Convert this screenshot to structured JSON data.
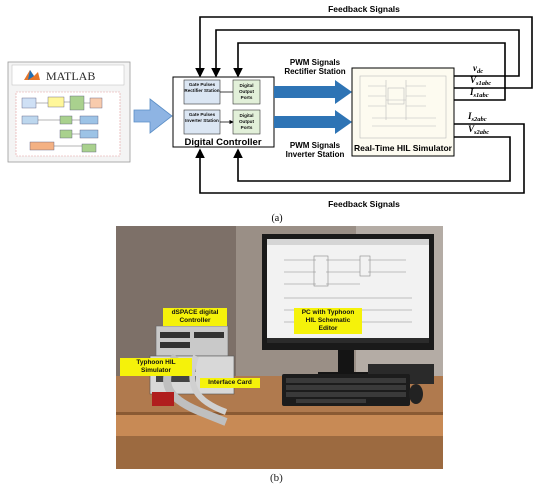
{
  "diagram": {
    "matlab_label": "MATLAB",
    "feedback_top": "Feedback Signals",
    "feedback_bottom": "Feedback Signals",
    "gate_rect": "Gate Pulses Rectifier Station",
    "gate_inv": "Gate Pulses Inverter Station",
    "digital_out_1": "Digital Output Ports",
    "digital_out_2": "Digital Output Ports",
    "digital_controller": "Digital Controller",
    "pwm_rect": "PWM Signals Rectifier Station",
    "pwm_inv": "PWM Signals Inverter Station",
    "hil_sim": "Real-Time HIL Simulator",
    "sig_vdc": "vdc",
    "sig_vs1": "Vs1abc",
    "sig_is1": "Is1abc",
    "sig_is2": "Is2abc",
    "sig_vs2": "Vs2abc",
    "caption_a": "(a)"
  },
  "photo": {
    "label_dspace": "dSPACE digital Controller",
    "label_pc": "PC with Typhoon HIL Schematic Editor",
    "label_typhoon": "Typhoon HIL Simulator",
    "label_interface": "Interface Card",
    "caption_b": "(b)"
  },
  "colors": {
    "arrow_blue": "#2e74b5",
    "matlab_arrow": "#8eb4e3",
    "label_yellow": "#f5f20a",
    "box_green": "#e2f0d9"
  }
}
